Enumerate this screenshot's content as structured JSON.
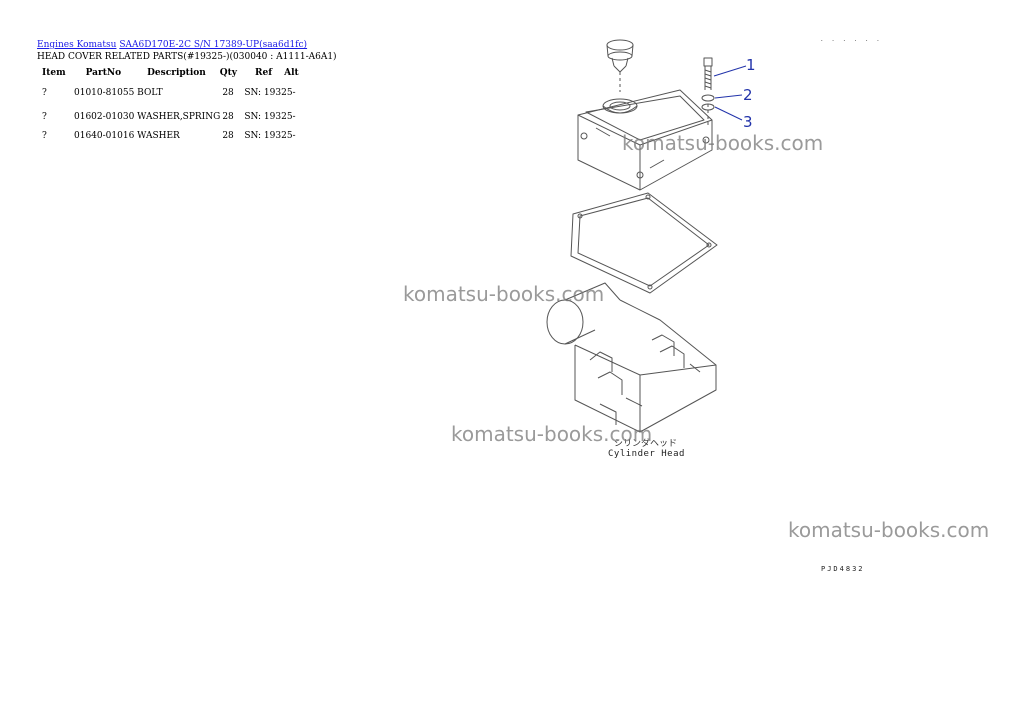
{
  "breadcrumb": {
    "link1": "Engines Komatsu",
    "link2": "SAA6D170E-2C S/N 17389-UP(saa6d1fc)"
  },
  "title": "HEAD COVER RELATED PARTS(#19325-)(030040 : A1111-A6A1)",
  "table": {
    "headers": [
      "Item",
      "PartNo",
      "Description",
      "Qty",
      "Ref",
      "Alt"
    ],
    "rows": [
      {
        "item": "?",
        "partno_desc": "01010-81055 BOLT",
        "qty": "28",
        "ref": "SN: 19325-"
      },
      {
        "item": "?",
        "partno_desc": "01602-01030 WASHER,SPRING",
        "qty": "28",
        "ref": "SN: 19325-"
      },
      {
        "item": "?",
        "partno_desc": "01640-01016 WASHER",
        "qty": "28",
        "ref": "SN: 19325-"
      }
    ]
  },
  "diagram": {
    "callouts": [
      "1",
      "2",
      "3"
    ],
    "caption_jp": "シリンダヘッド",
    "caption": "Cylinder Head",
    "drawing_no": "PJD4832",
    "top_mark": ". . . . . ."
  },
  "watermark": "komatsu-books.com",
  "colors": {
    "link": "#1a1ae6",
    "callout": "#2233aa"
  }
}
